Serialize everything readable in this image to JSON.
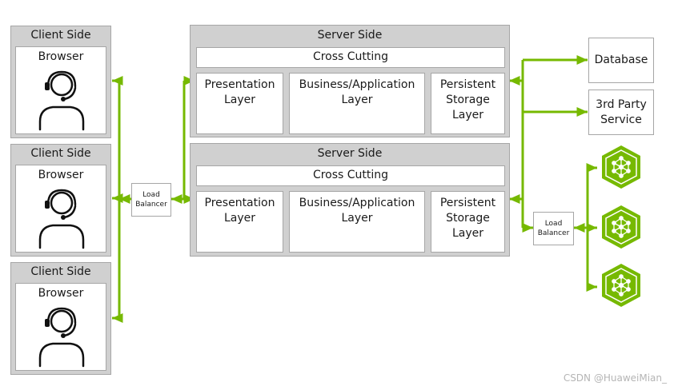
{
  "clients": [
    {
      "title": "Client Side",
      "subtitle": "Browser",
      "icon": "headset-user-icon"
    },
    {
      "title": "Client Side",
      "subtitle": "Browser",
      "icon": "headset-user-icon"
    },
    {
      "title": "Client Side",
      "subtitle": "Browser",
      "icon": "headset-user-icon"
    }
  ],
  "servers": [
    {
      "title": "Server Side",
      "cross": "Cross Cutting",
      "layers": [
        "Presentation\nLayer",
        "Business/Application\nLayer",
        "Persistent\nStorage\nLayer"
      ]
    },
    {
      "title": "Server Side",
      "cross": "Cross Cutting",
      "layers": [
        "Presentation\nLayer",
        "Business/Application\nLayer",
        "Persistent\nStorage\nLayer"
      ]
    }
  ],
  "load_balancer_left": "Load\nBalancer",
  "load_balancer_right": "Load\nBalancer",
  "database": "Database",
  "third_party": "3rd Party\nService",
  "node_icons": [
    "network-node-icon",
    "network-node-icon",
    "network-node-icon"
  ],
  "watermark": "CSDN @HuaweiMian_",
  "colors": {
    "connector": "#76b900",
    "box_grey": "#d0d0d0",
    "border": "#a6a6a6"
  }
}
